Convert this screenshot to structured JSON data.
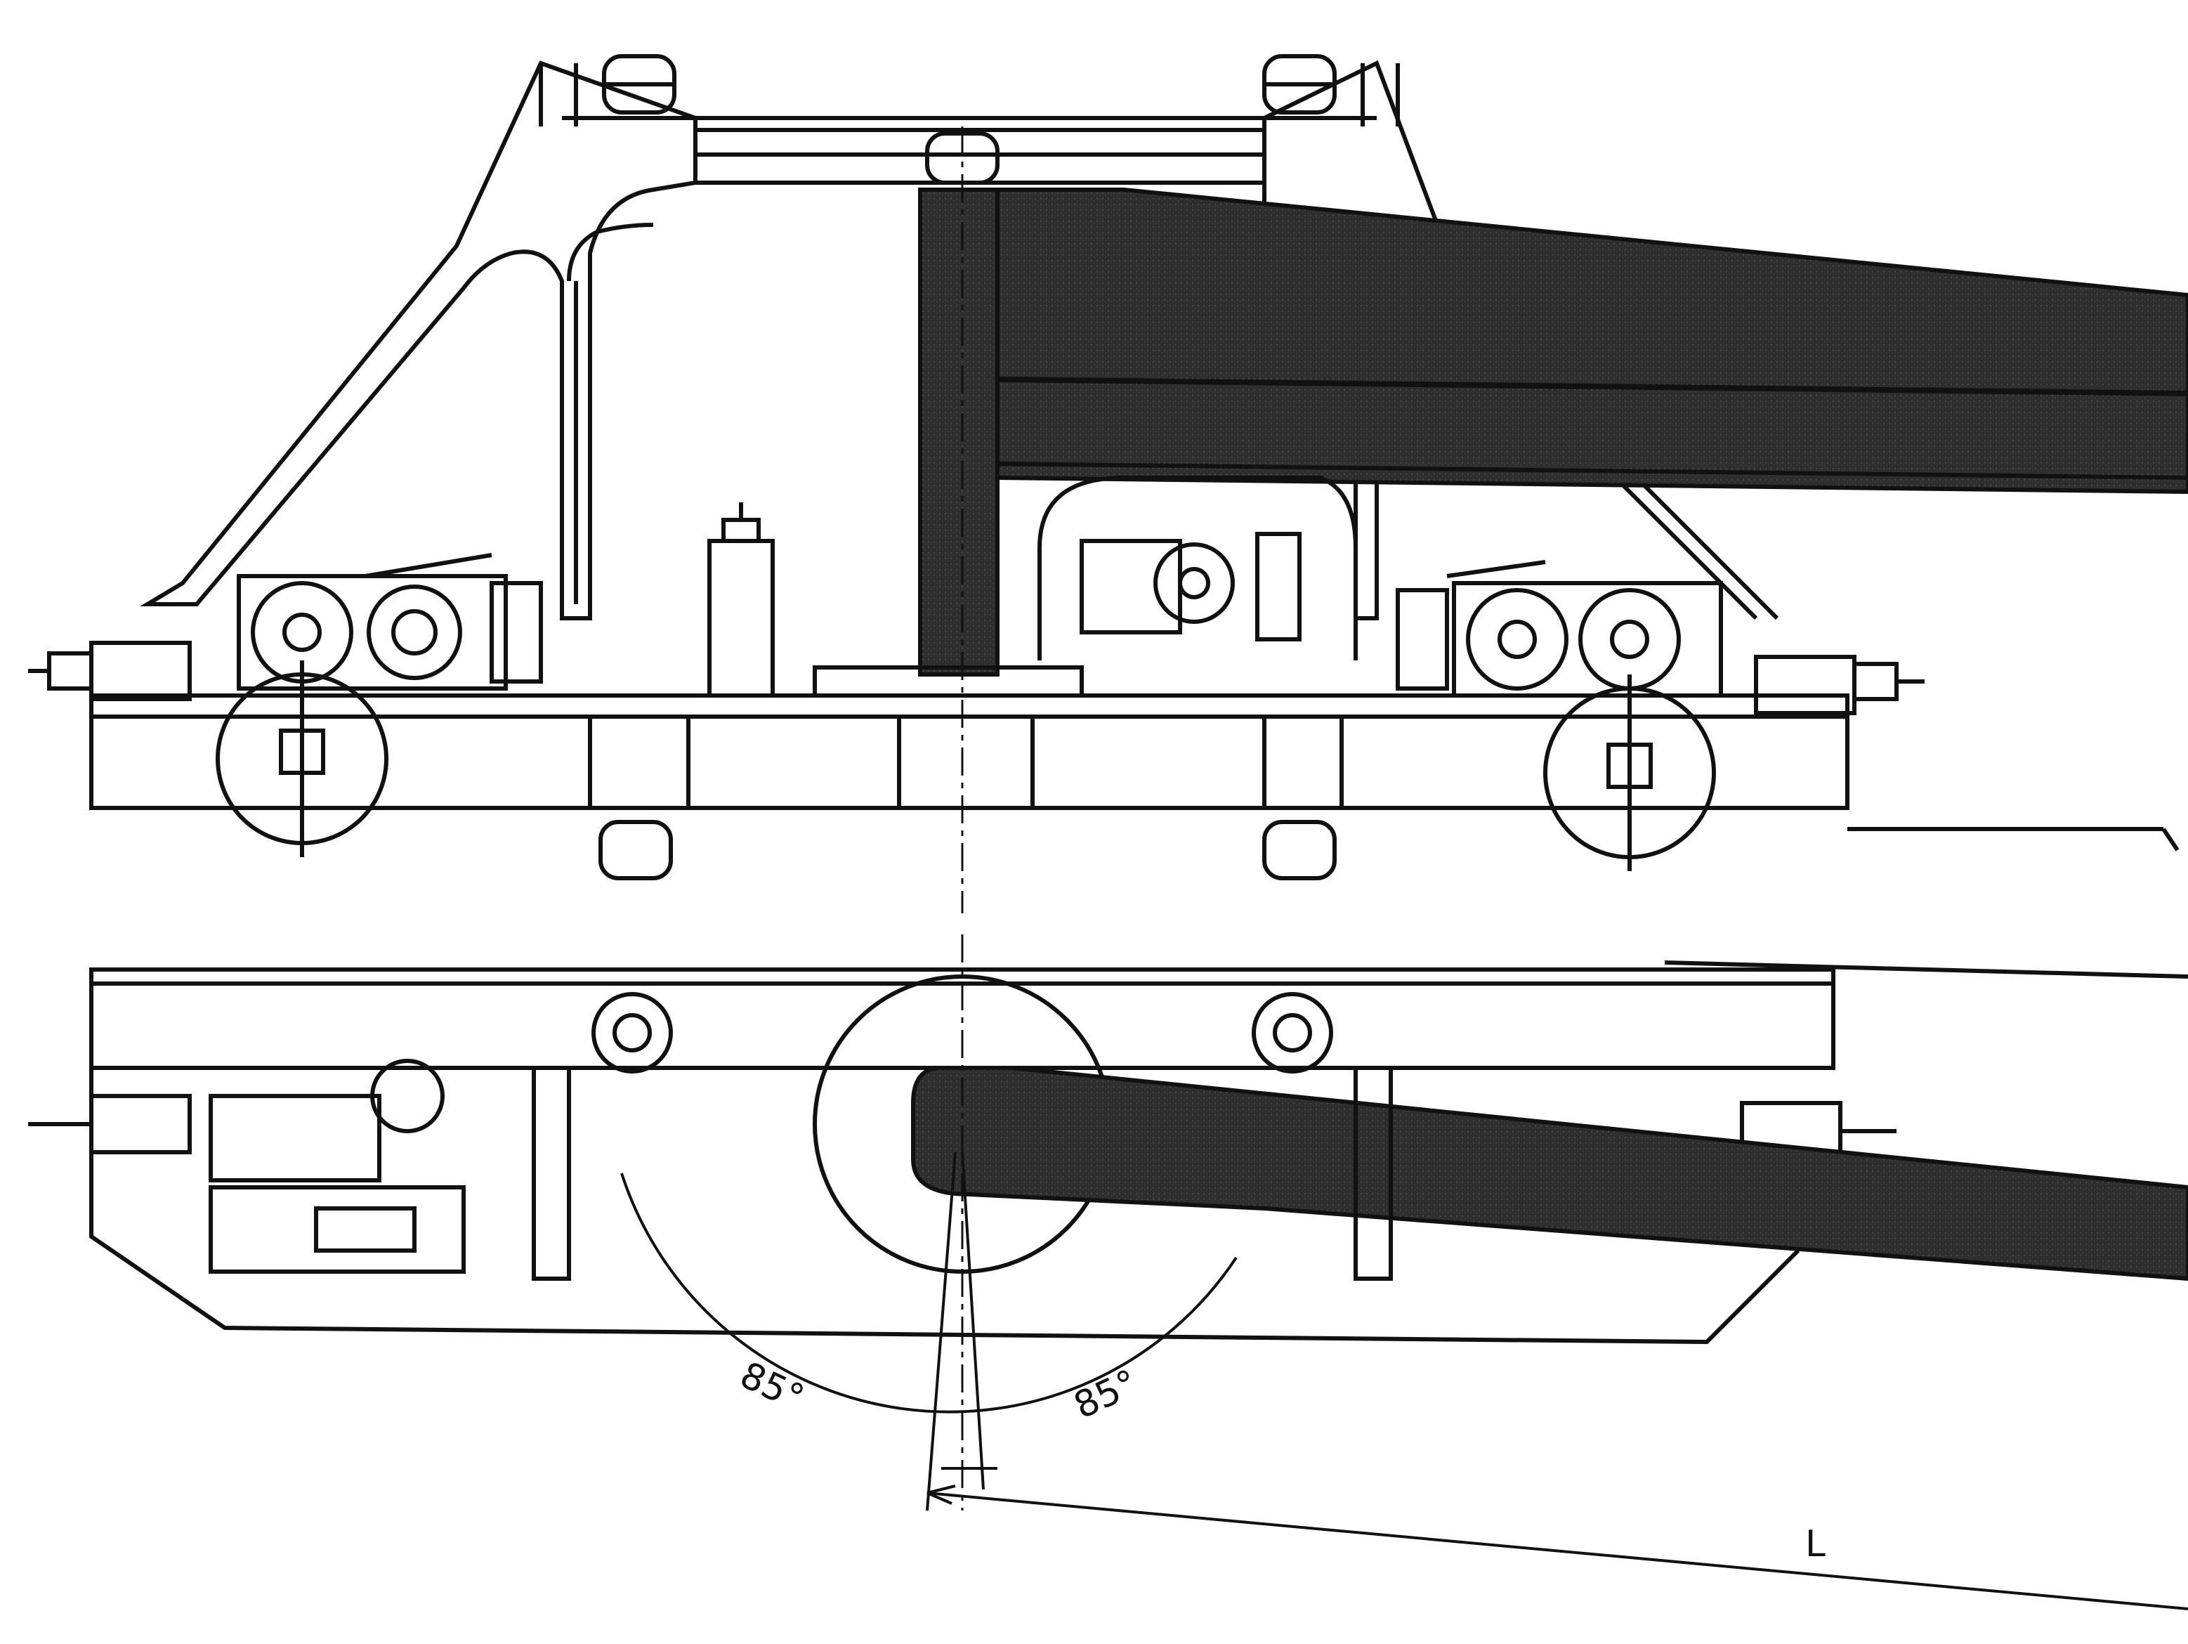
{
  "figure": {
    "colors": {
      "ink": "#111111",
      "beam_fill": "#2c2c2c",
      "background": "#ffffff"
    }
  },
  "annotations": {
    "angle_left": "85°",
    "angle_right": "85°",
    "length_label": "L"
  }
}
